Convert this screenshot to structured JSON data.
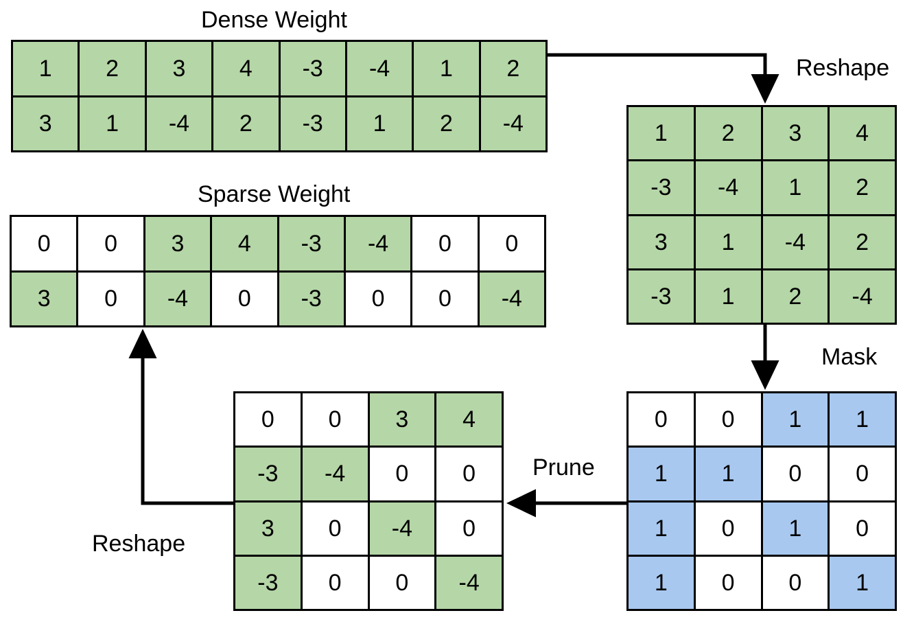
{
  "figure": {
    "title_dense": "Dense Weight",
    "title_sparse": "Sparse Weight",
    "label_reshape_top": "Reshape",
    "label_mask": "Mask",
    "label_prune": "Prune",
    "label_reshape_bottom": "Reshape"
  },
  "colors": {
    "green": "#b5d6a7",
    "blue": "#a8c8ef",
    "white": "#ffffff",
    "line": "#000000"
  },
  "chart_data": {
    "type": "table",
    "title": "Dense to sparse weight pruning via reshape and mask",
    "matrices": [
      {
        "name": "dense_weight",
        "label": "Dense Weight",
        "rows": 2,
        "cols": 8,
        "values": [
          [
            1,
            2,
            3,
            4,
            -3,
            -4,
            1,
            2
          ],
          [
            3,
            1,
            -4,
            2,
            -3,
            1,
            2,
            -4
          ]
        ],
        "fills": [
          [
            "green",
            "green",
            "green",
            "green",
            "green",
            "green",
            "green",
            "green"
          ],
          [
            "green",
            "green",
            "green",
            "green",
            "green",
            "green",
            "green",
            "green"
          ]
        ]
      },
      {
        "name": "sparse_weight",
        "label": "Sparse Weight",
        "rows": 2,
        "cols": 8,
        "values": [
          [
            0,
            0,
            3,
            4,
            -3,
            -4,
            0,
            0
          ],
          [
            3,
            0,
            -4,
            0,
            -3,
            0,
            0,
            -4
          ]
        ],
        "fills": [
          [
            "white",
            "white",
            "green",
            "green",
            "green",
            "green",
            "white",
            "white"
          ],
          [
            "green",
            "white",
            "green",
            "white",
            "green",
            "white",
            "white",
            "green"
          ]
        ]
      },
      {
        "name": "reshaped_weight",
        "label": "",
        "rows": 4,
        "cols": 4,
        "values": [
          [
            1,
            2,
            3,
            4
          ],
          [
            -3,
            -4,
            1,
            2
          ],
          [
            3,
            1,
            -4,
            2
          ],
          [
            -3,
            1,
            2,
            -4
          ]
        ],
        "fills": [
          [
            "green",
            "green",
            "green",
            "green"
          ],
          [
            "green",
            "green",
            "green",
            "green"
          ],
          [
            "green",
            "green",
            "green",
            "green"
          ],
          [
            "green",
            "green",
            "green",
            "green"
          ]
        ]
      },
      {
        "name": "mask",
        "label": "Mask",
        "rows": 4,
        "cols": 4,
        "values": [
          [
            0,
            0,
            1,
            1
          ],
          [
            1,
            1,
            0,
            0
          ],
          [
            1,
            0,
            1,
            0
          ],
          [
            1,
            0,
            0,
            1
          ]
        ],
        "fills": [
          [
            "white",
            "white",
            "blue",
            "blue"
          ],
          [
            "blue",
            "blue",
            "white",
            "white"
          ],
          [
            "blue",
            "white",
            "blue",
            "white"
          ],
          [
            "blue",
            "white",
            "white",
            "blue"
          ]
        ]
      },
      {
        "name": "pruned_weight",
        "label": "",
        "rows": 4,
        "cols": 4,
        "values": [
          [
            0,
            0,
            3,
            4
          ],
          [
            -3,
            -4,
            0,
            0
          ],
          [
            3,
            0,
            -4,
            0
          ],
          [
            -3,
            0,
            0,
            -4
          ]
        ],
        "fills": [
          [
            "white",
            "white",
            "green",
            "green"
          ],
          [
            "green",
            "green",
            "white",
            "white"
          ],
          [
            "green",
            "white",
            "green",
            "white"
          ],
          [
            "green",
            "white",
            "white",
            "green"
          ]
        ]
      }
    ],
    "arrows": [
      {
        "name": "reshape-top",
        "label": "Reshape",
        "from": "dense_weight",
        "to": "reshaped_weight"
      },
      {
        "name": "apply-mask",
        "label": "",
        "from": "reshaped_weight",
        "to": "mask"
      },
      {
        "name": "prune",
        "label": "Prune",
        "from": "mask",
        "to": "pruned_weight"
      },
      {
        "name": "reshape-bottom",
        "label": "Reshape",
        "from": "pruned_weight",
        "to": "sparse_weight"
      }
    ]
  }
}
